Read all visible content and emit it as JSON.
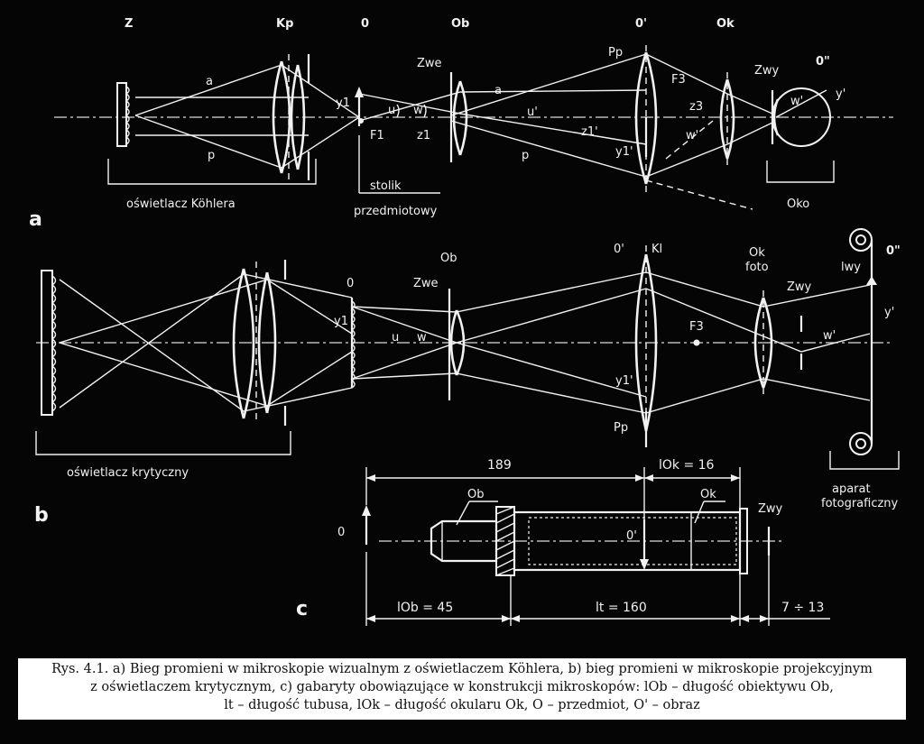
{
  "diagram": {
    "panel_a": {
      "letter": "a",
      "top_labels": [
        "Z",
        "Kp",
        "0",
        "Ob",
        "0'",
        "Ok"
      ],
      "labels": {
        "a_top": "a",
        "p_bottom": "p",
        "y1": "y1",
        "u": "u",
        "w": "w",
        "F1": "F1",
        "z1": "z1",
        "Zwe": "Zwe",
        "a2": "a",
        "u_prime": "u'",
        "p2": "p",
        "z1_prime": "z1'",
        "Pp": "Pp",
        "F3": "F3",
        "y1_prime": "y1'",
        "z3": "z3",
        "w_prime": "w'",
        "Zwy": "Zwy",
        "O_dbl": "0\"",
        "y_prime": "y'",
        "w_prime2": "w'"
      },
      "illuminator_label": "oświetlacz Köhlera",
      "stage_label_1": "stolik",
      "stage_label_2": "przedmiotowy",
      "eye_label": "Oko"
    },
    "panel_b": {
      "letter": "b",
      "labels": {
        "O": "0",
        "Ob": "Ob",
        "Zwe": "Zwe",
        "y1": "y1",
        "u": "u",
        "w": "w",
        "O_prime": "0'",
        "Kl": "Kl",
        "F3": "F3",
        "y1_prime": "y1'",
        "Pp": "Pp",
        "Ok": "Ok",
        "foto": "foto",
        "Zwy": "Zwy",
        "w_prime": "w'",
        "lwy": "lwy",
        "O_dbl": "0\"",
        "y_prime": "y'"
      },
      "illuminator_label": "oświetlacz krytyczny",
      "camera_label_1": "aparat",
      "camera_label_2": "fotograficzny"
    },
    "panel_c": {
      "letter": "c",
      "dim_total": "189",
      "dim_lok": "lOk = 16",
      "dim_lob": "lOb = 45",
      "dim_lt": "lt = 160",
      "dim_end": "7 ÷ 13",
      "labels": {
        "Ob": "Ob",
        "Ok": "Ok",
        "O": "0",
        "O_prime": "0'",
        "Zwy": "Zwy"
      }
    }
  },
  "caption": {
    "line1": "Rys. 4.1. a) Bieg promieni w mikroskopie wizualnym z oświetlaczem Köhlera, b) bieg promieni w mikroskopie projekcyjnym",
    "line2": "z oświetlaczem krytycznym, c) gabaryty obowiązujące w konstrukcji mikroskopów: lOb – długość obiektywu Ob,",
    "line3": "lt – długość tubusa, lOk – długość okularu Ok, O – przedmiot, O' – obraz"
  }
}
